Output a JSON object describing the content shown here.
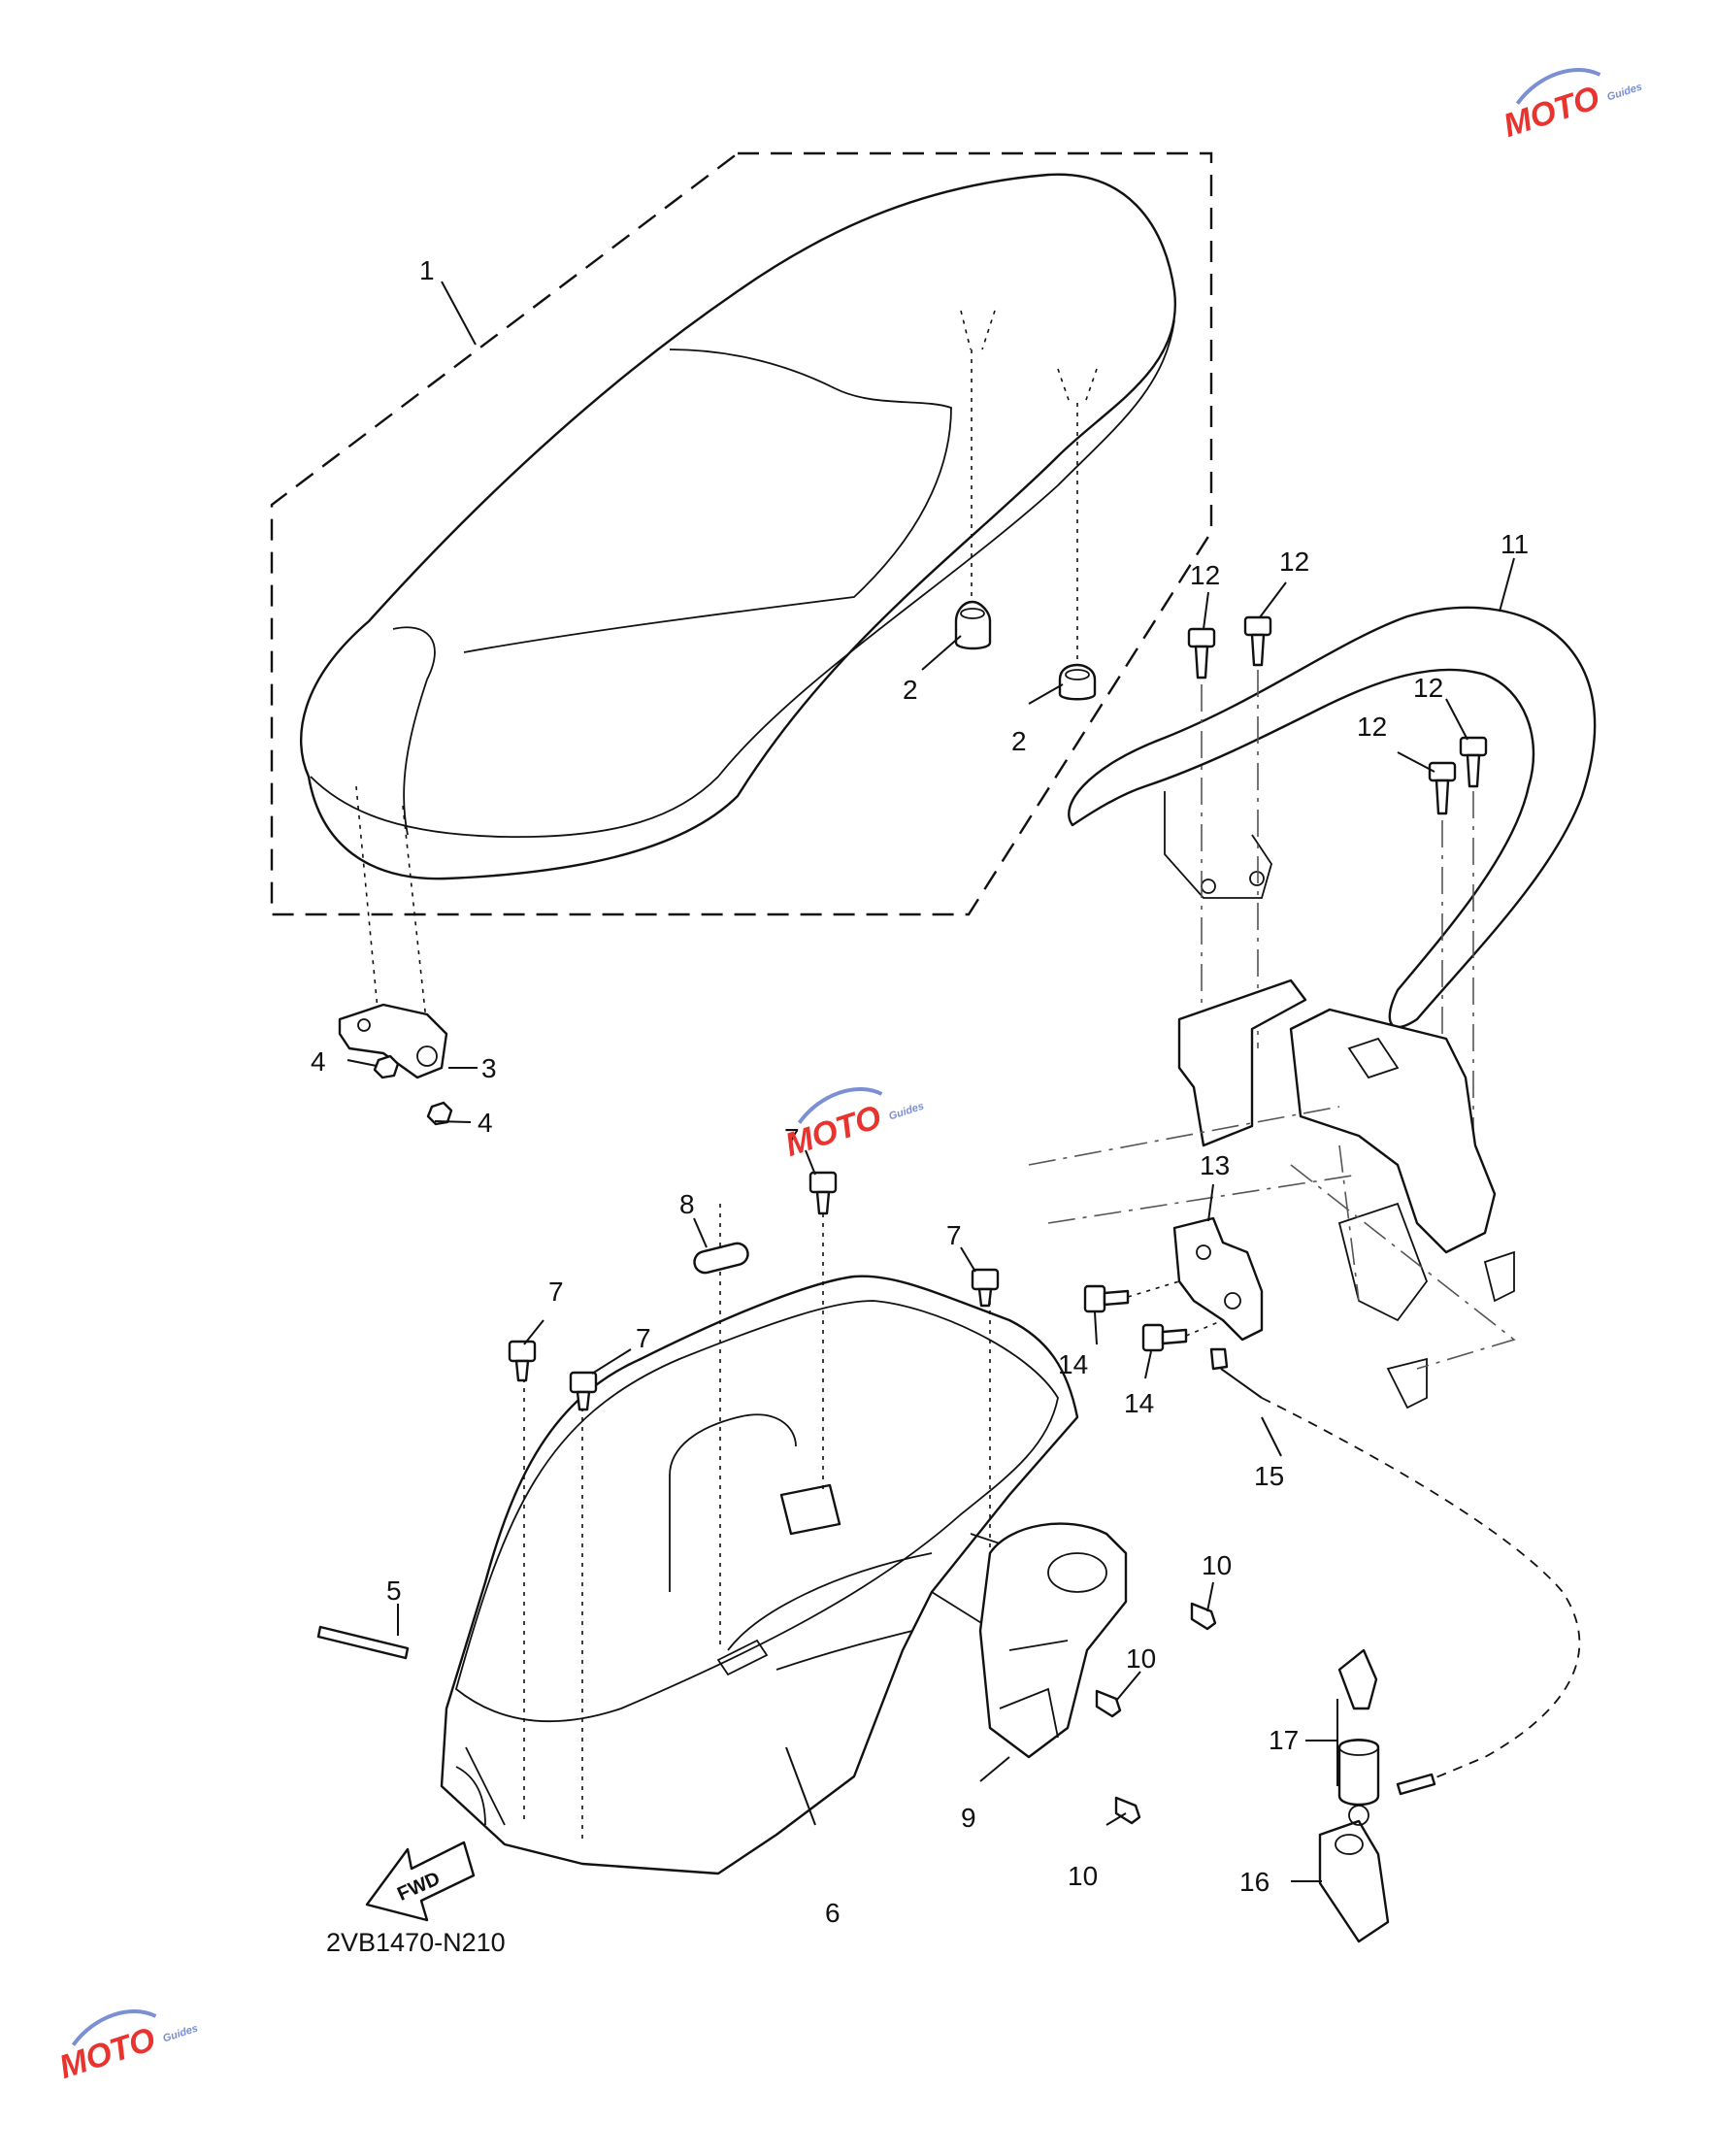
{
  "diagram_code": "2VB1470-N210",
  "fwd_label": "FWD",
  "watermark": {
    "brand": "MOTO",
    "sub": "Guides",
    "color_main": "#e8332e",
    "color_swoosh": "#7a8fd4"
  },
  "callouts": [
    {
      "id": "c1",
      "number": "1"
    },
    {
      "id": "c2a",
      "number": "2"
    },
    {
      "id": "c2b",
      "number": "2"
    },
    {
      "id": "c3",
      "number": "3"
    },
    {
      "id": "c4a",
      "number": "4"
    },
    {
      "id": "c4b",
      "number": "4"
    },
    {
      "id": "c5",
      "number": "5"
    },
    {
      "id": "c6",
      "number": "6"
    },
    {
      "id": "c7a",
      "number": "7"
    },
    {
      "id": "c7b",
      "number": "7"
    },
    {
      "id": "c7c",
      "number": "7"
    },
    {
      "id": "c7d",
      "number": "7"
    },
    {
      "id": "c8",
      "number": "8"
    },
    {
      "id": "c9",
      "number": "9"
    },
    {
      "id": "c10a",
      "number": "10"
    },
    {
      "id": "c10b",
      "number": "10"
    },
    {
      "id": "c10c",
      "number": "10"
    },
    {
      "id": "c11",
      "number": "11"
    },
    {
      "id": "c12a",
      "number": "12"
    },
    {
      "id": "c12b",
      "number": "12"
    },
    {
      "id": "c12c",
      "number": "12"
    },
    {
      "id": "c12d",
      "number": "12"
    },
    {
      "id": "c13",
      "number": "13"
    },
    {
      "id": "c14a",
      "number": "14"
    },
    {
      "id": "c14b",
      "number": "14"
    },
    {
      "id": "c15",
      "number": "15"
    },
    {
      "id": "c16",
      "number": "16"
    },
    {
      "id": "c17",
      "number": "17"
    }
  ]
}
